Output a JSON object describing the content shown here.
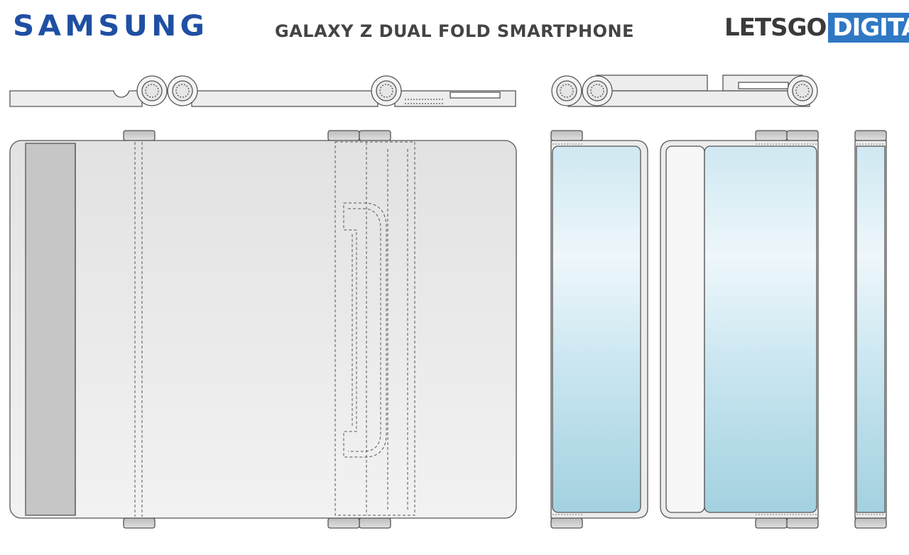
{
  "header": {
    "brand": "SAMSUNG",
    "title": "GALAXY Z DUAL FOLD SMARTPHONE",
    "logo_part1": "LETSGO",
    "logo_part2": "DIGITAL"
  },
  "colors": {
    "brand_blue": "#1f4fa3",
    "logo_blue": "#2f78c4",
    "outline": "#555555",
    "body_fill": "#ececec",
    "screen_top": "#e8f4fa",
    "screen_bottom": "#a7d3e2"
  }
}
